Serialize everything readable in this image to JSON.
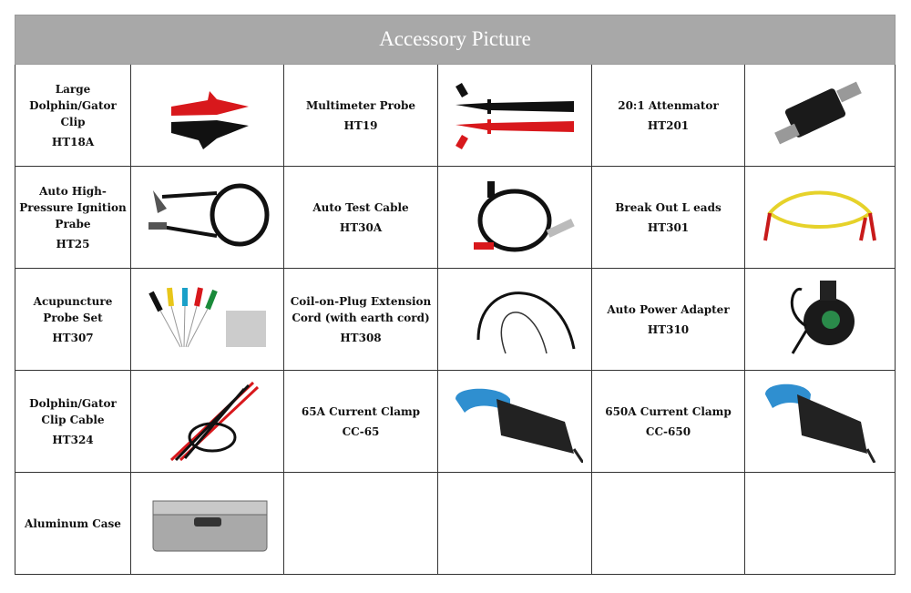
{
  "title": "Accessory Picture",
  "items": [
    {
      "name": "Large Dolphin/Gator Clip",
      "code": "HT18A",
      "icon": "gator-clip"
    },
    {
      "name": "Multimeter Probe",
      "code": "HT19",
      "icon": "multimeter-probe"
    },
    {
      "name": "20:1 Attenmator",
      "code": "HT201",
      "icon": "attenuator"
    },
    {
      "name": "Auto High-Pressure Ignition Prabe",
      "code": "HT25",
      "icon": "ignition-probe"
    },
    {
      "name": "Auto Test Cable",
      "code": "HT30A",
      "icon": "test-cable"
    },
    {
      "name": "Break Out L eads",
      "code": "HT301",
      "icon": "break-out-leads"
    },
    {
      "name": "Acupuncture Probe Set",
      "code": "HT307",
      "icon": "acupuncture-probes"
    },
    {
      "name": "Coil-on-Plug Extension Cord (with earth cord)",
      "code": "HT308",
      "icon": "extension-cord"
    },
    {
      "name": "Auto Power Adapter",
      "code": "HT310",
      "icon": "power-adapter"
    },
    {
      "name": "Dolphin/Gator Clip Cable",
      "code": "HT324",
      "icon": "gator-clip-cable"
    },
    {
      "name": "65A Current Clamp",
      "code": "CC-65",
      "icon": "current-clamp"
    },
    {
      "name": "650A Current Clamp",
      "code": "CC-650",
      "icon": "current-clamp"
    },
    {
      "name": "Aluminum Case",
      "code": "",
      "icon": "aluminum-case"
    }
  ]
}
